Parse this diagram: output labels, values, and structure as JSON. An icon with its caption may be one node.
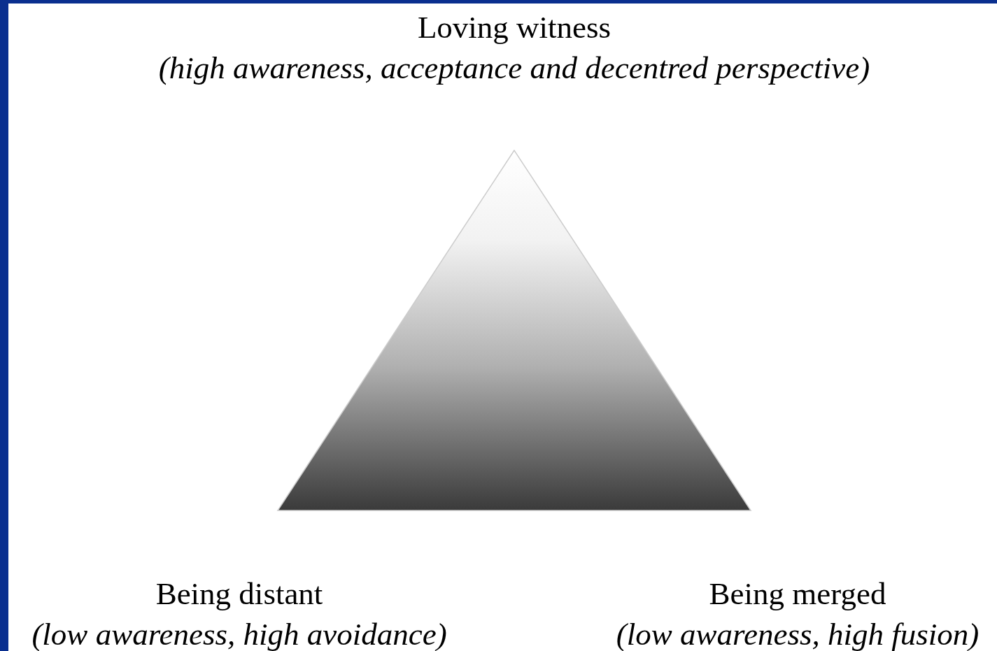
{
  "diagram": {
    "labels": [
      "Loving witness",
      "(high awareness, acceptance and decentred perspective)",
      "Being distant",
      "(low awareness, high avoidance)",
      "Being merged",
      "(low awareness, high fusion)"
    ]
  }
}
